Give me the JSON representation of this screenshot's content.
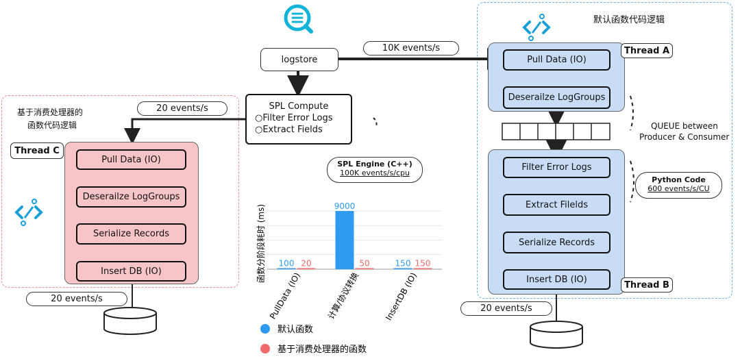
{
  "left": {
    "title_line1": "基于消费处理器的",
    "title_line2": "函数代码逻辑",
    "thread": "Thread C",
    "steps": [
      "Pull Data (IO)",
      "Deserailze LogGroups",
      "Serialize Records",
      "Insert DB (IO)"
    ],
    "in_rate": "20 events/s",
    "out_rate": "20 events/s"
  },
  "center": {
    "logstore": "logstore",
    "spl_title": "SPL Compute",
    "spl_items": [
      "Filter Error Logs",
      "Extract Fields"
    ],
    "engine_title": "SPL Engine (C++)",
    "engine_rate": "100K events/s/cpu",
    "top_rate": "10K events/s"
  },
  "right": {
    "title": "默认函数代码逻辑",
    "thread_a": "Thread A",
    "thread_b": "Thread B",
    "group_a": [
      "Pull Data (IO)",
      "Deserailze LogGroups"
    ],
    "group_b": [
      "Filter Error Logs",
      "Extract Filelds",
      "Serialize Records",
      "Insert DB (IO)"
    ],
    "queue_line1": "QUEUE between",
    "queue_line2": "Producer & Consumer",
    "python_title": "Python Code",
    "python_rate": "600 events/s/CU",
    "out_rate": "20 events/s"
  },
  "chart_data": {
    "type": "bar",
    "ylabel": "函数分阶段耗时 (ms)",
    "categories": [
      "PullData (IO)",
      "计算/协议转换",
      "InsertDB (IO)"
    ],
    "series": [
      {
        "name": "默认函数",
        "color": "#2f9bf0",
        "values": [
          100,
          9000,
          150
        ]
      },
      {
        "name": "基于消费处理器的函数",
        "color": "#f06a6a",
        "values": [
          20,
          50,
          150
        ]
      }
    ],
    "ylim": [
      0,
      9000
    ],
    "legend": "bottom"
  }
}
